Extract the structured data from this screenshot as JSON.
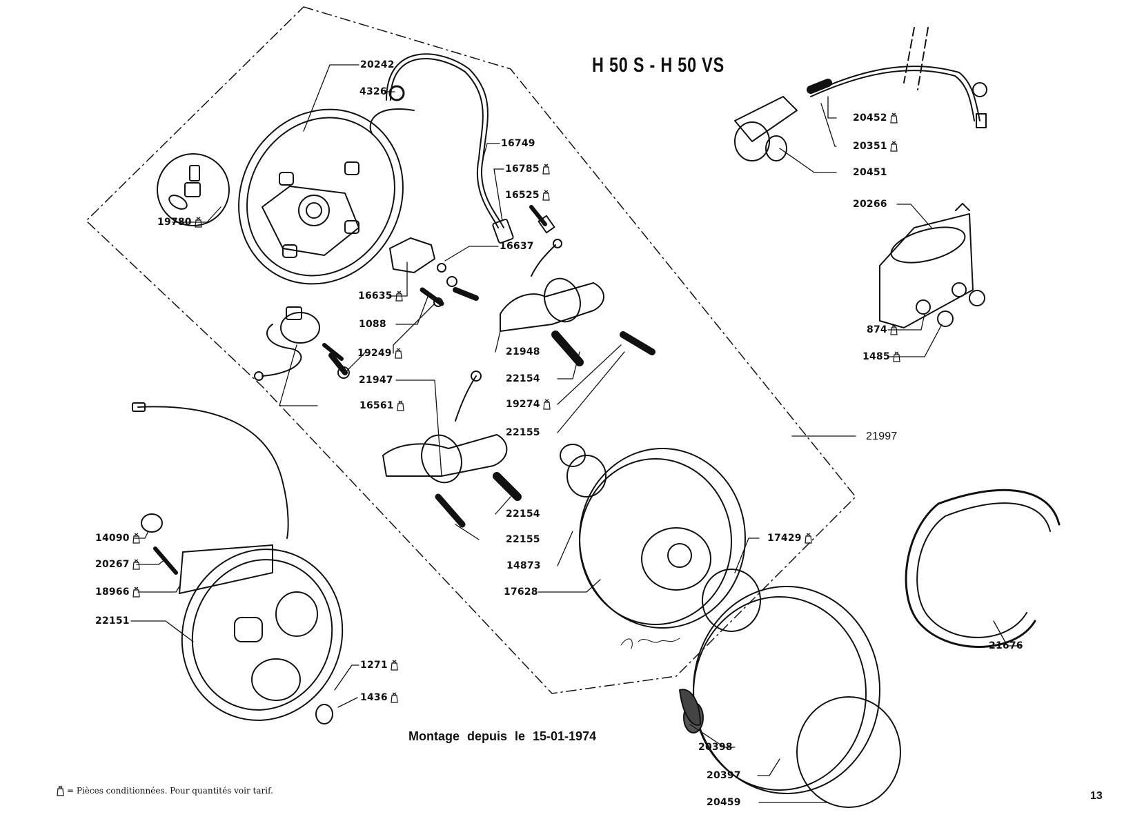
{
  "title": "H 50 S   -   H 50 VS",
  "subtitle": "Montage depuis le 15-01-1974",
  "legend": {
    "icon": "packaged-parts-bag-icon",
    "text": "= Pièces conditionnées. Pour quantités voir tarif."
  },
  "page_number": "13",
  "parts": [
    {
      "id": "20242",
      "packaged": false
    },
    {
      "id": "4326",
      "packaged": false
    },
    {
      "id": "16749",
      "packaged": false
    },
    {
      "id": "16785",
      "packaged": true
    },
    {
      "id": "16525",
      "packaged": true
    },
    {
      "id": "19780",
      "packaged": true
    },
    {
      "id": "16637",
      "packaged": false
    },
    {
      "id": "16635",
      "packaged": true
    },
    {
      "id": "1088",
      "packaged": false
    },
    {
      "id": "19249",
      "packaged": true
    },
    {
      "id": "21948",
      "packaged": false
    },
    {
      "id": "22154",
      "packaged": false
    },
    {
      "id": "19274",
      "packaged": true
    },
    {
      "id": "22155",
      "packaged": false
    },
    {
      "id": "21947",
      "packaged": false
    },
    {
      "id": "16561",
      "packaged": true
    },
    {
      "id": "22154",
      "packaged": false
    },
    {
      "id": "22155",
      "packaged": false
    },
    {
      "id": "21997",
      "packaged": false
    },
    {
      "id": "14873",
      "packaged": false
    },
    {
      "id": "17628",
      "packaged": false
    },
    {
      "id": "17429",
      "packaged": true
    },
    {
      "id": "20452",
      "packaged": true
    },
    {
      "id": "20351",
      "packaged": true
    },
    {
      "id": "20451",
      "packaged": false
    },
    {
      "id": "20266",
      "packaged": false
    },
    {
      "id": "874",
      "packaged": true
    },
    {
      "id": "1485",
      "packaged": true
    },
    {
      "id": "14090",
      "packaged": true
    },
    {
      "id": "20267",
      "packaged": true
    },
    {
      "id": "18966",
      "packaged": true
    },
    {
      "id": "22151",
      "packaged": false
    },
    {
      "id": "1271",
      "packaged": true
    },
    {
      "id": "1436",
      "packaged": true
    },
    {
      "id": "21676",
      "packaged": false
    },
    {
      "id": "20398",
      "packaged": false
    },
    {
      "id": "20397",
      "packaged": false
    },
    {
      "id": "20459",
      "packaged": false
    }
  ]
}
